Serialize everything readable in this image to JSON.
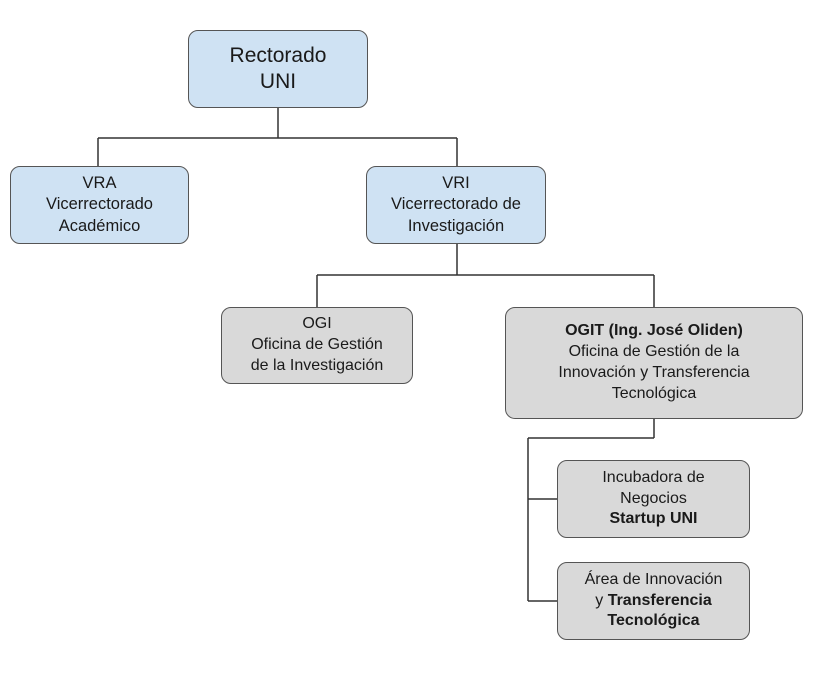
{
  "nodes": {
    "rectorado": {
      "line1": "Rectorado",
      "line2": "UNI"
    },
    "vra": {
      "line1": "VRA",
      "line2": "Vicerrectorado",
      "line3": "Académico"
    },
    "vri": {
      "line1": "VRI",
      "line2": "Vicerrectorado de",
      "line3": "Investigación"
    },
    "ogi": {
      "line1": "OGI",
      "line2": "Oficina de Gestión",
      "line3": "de la Investigación"
    },
    "ogit": {
      "line1": "OGIT (Ing. José Oliden)",
      "line2": "Oficina de Gestión de la",
      "line3": "Innovación y Transferencia",
      "line4": "Tecnológica"
    },
    "incubadora": {
      "line1": "Incubadora de",
      "line2": "Negocios",
      "line3": "Startup UNI"
    },
    "area": {
      "line1": "Área de Innovación",
      "line2_prefix": "y",
      "line2_bold": "Transferencia",
      "line3": "Tecnológica"
    }
  },
  "colors": {
    "top_level_fill": "#cfe2f3",
    "office_fill": "#d9d9d9",
    "border": "#555555",
    "connector": "#333333"
  }
}
